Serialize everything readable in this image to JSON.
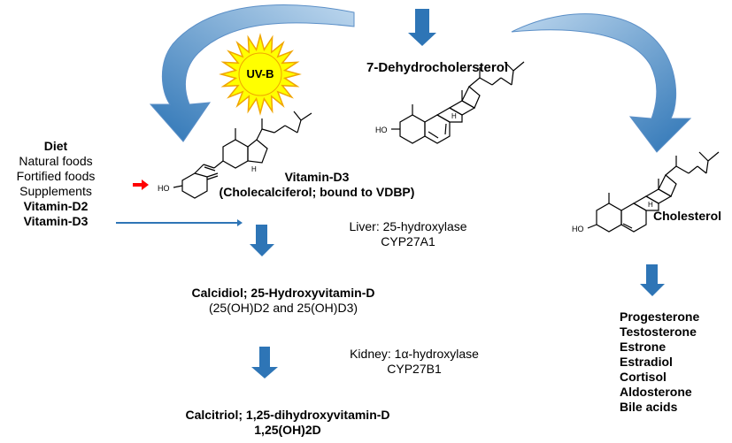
{
  "sun_label": "UV-B",
  "precursor": "7-Dehydrocholersterol",
  "diet": {
    "title": "Diet",
    "items": [
      "Natural foods",
      "Fortified foods",
      "Supplements"
    ],
    "bold_items": [
      "Vitamin-D2",
      "Vitamin-D3"
    ]
  },
  "vitd3": {
    "name": "Vitamin-D3",
    "desc": "(Cholecalciferol; bound to VDBP)"
  },
  "liver": {
    "label": "Liver: 25-hydroxylase",
    "enzyme": "CYP27A1"
  },
  "calcidiol": {
    "name": "Calcidiol; 25-Hydroxyvitamin-D",
    "forms": "(25(OH)D2 and 25(OH)D3)"
  },
  "kidney": {
    "label": "Kidney: 1α-hydroxylase",
    "enzyme": "CYP27B1"
  },
  "calcitriol": {
    "name": "Calcitriol; 1,25-dihydroxyvitamin-D",
    "formula": "1,25(OH)2D"
  },
  "cholesterol": "Cholesterol",
  "steroids": [
    "Progesterone",
    "Testosterone",
    "Estrone",
    "Estradiol",
    "Cortisol",
    "Aldosterone",
    "Bile acids"
  ],
  "molecule_labels": {
    "hydroxyl": "HO",
    "hydrogen": "H"
  },
  "colors": {
    "arrow": "#2e75b6",
    "arrow_light": "#9dc3e6",
    "sun": "#ffff00",
    "sun_stroke": "#f0a500",
    "pointer": "#ff0000"
  }
}
